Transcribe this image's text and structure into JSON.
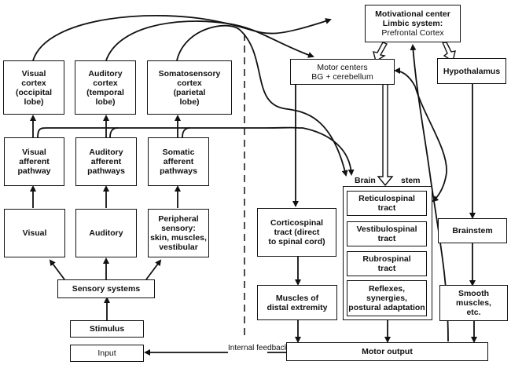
{
  "sensory": {
    "cortex": [
      {
        "label": "Visual\ncortex\n(occipital\nlobe)"
      },
      {
        "label": "Auditory\ncortex\n(temporal\nlobe)"
      },
      {
        "label": "Somatosensory\ncortex\n(parietal\nlobe)"
      }
    ],
    "pathways": [
      {
        "label": "Visual\nafferent\npathway"
      },
      {
        "label": "Auditory\nafferent\npathways"
      },
      {
        "label": "Somatic\nafferent\npathways"
      }
    ],
    "receptors": [
      {
        "label": "Visual"
      },
      {
        "label": "Auditory"
      },
      {
        "label": "Peripheral\nsensory:\nskin, muscles,\nvestibular"
      }
    ],
    "sensory_systems": "Sensory systems",
    "stimulus": "Stimulus",
    "input": "Input"
  },
  "motor": {
    "motivational_center": "Motivational center\nLimbic system:",
    "prefrontal": "Prefrontal Cortex",
    "motor_centers": "Motor centers\nBG + cerebellum",
    "hypothalamus": "Hypothalamus",
    "brain_stem_left": "Brain",
    "brain_stem_right": "stem",
    "corticospinal": "Corticospinal\ntract (direct\nto spinal cord)",
    "muscles_distal": "Muscles of\ndistal extremity",
    "tracts": [
      {
        "label": "Reticulospinal\ntract"
      },
      {
        "label": "Vestibulospinal\ntract"
      },
      {
        "label": "Rubrospinal\ntract"
      },
      {
        "label": "Reflexes, synergies,\npostural adaptation"
      }
    ],
    "brainstem": "Brainstem",
    "smooth_muscles": "Smooth\nmuscles,\netc.",
    "motor_output": "Motor output",
    "internal_feedback": "Internal\nfeedback"
  }
}
